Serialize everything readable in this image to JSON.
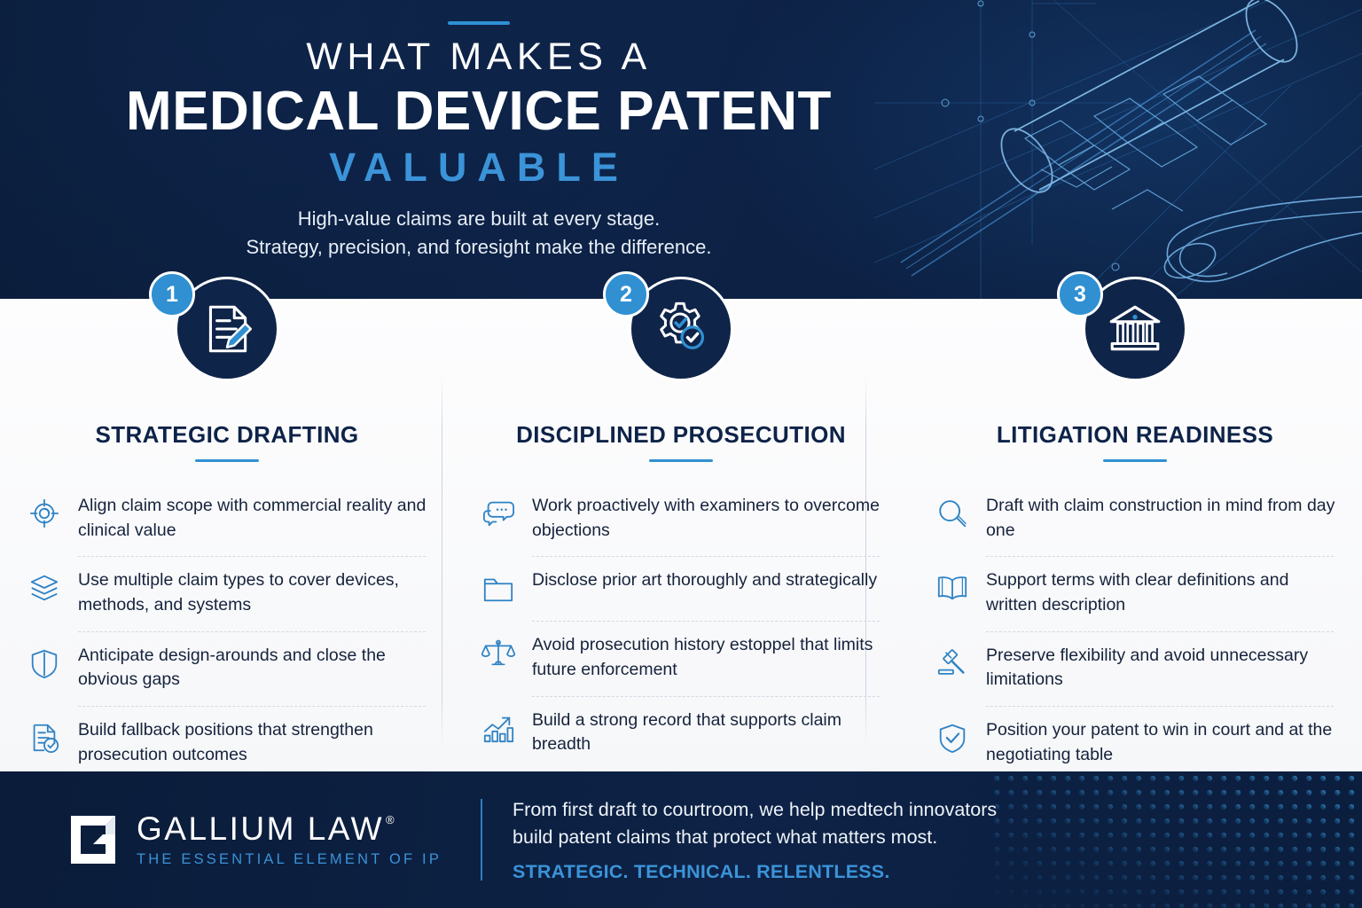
{
  "colors": {
    "navy": "#0c1f3f",
    "deep_navy": "#0f2449",
    "accent_blue": "#3090d2",
    "light_blue": "#3b93d8",
    "body_bg": "#f6f7f9",
    "title_navy": "#0e2348",
    "body_text": "#16233c"
  },
  "hero": {
    "title_line1": "WHAT MAKES A",
    "title_line2": "MEDICAL DEVICE PATENT",
    "title_line3": "VALUABLE",
    "subtitle_line1": "High-value claims are built at every stage.",
    "subtitle_line2": "Strategy, precision, and foresight make the difference.",
    "artwork_name": "medical-device-blueprint-illustration"
  },
  "columns": [
    {
      "number": "1",
      "title": "STRATEGIC DRAFTING",
      "badge_icon": "document-pencil-icon",
      "items": [
        {
          "icon": "target-crosshair-icon",
          "text": "Align claim scope with commercial reality and clinical value"
        },
        {
          "icon": "layers-stack-icon",
          "text": "Use multiple claim types to cover devices, methods, and systems"
        },
        {
          "icon": "shield-icon",
          "text": "Anticipate design-arounds and close the obvious gaps"
        },
        {
          "icon": "document-check-icon",
          "text": "Build fallback positions that strengthen prosecution outcomes"
        }
      ]
    },
    {
      "number": "2",
      "title": "DISCIPLINED PROSECUTION",
      "badge_icon": "gear-check-icon",
      "items": [
        {
          "icon": "chat-bubbles-icon",
          "text": "Work proactively with examiners to overcome objections"
        },
        {
          "icon": "folder-icon",
          "text": "Disclose prior art thoroughly and strategically"
        },
        {
          "icon": "scales-balance-icon",
          "text": "Avoid prosecution history estoppel that limits future enforcement"
        },
        {
          "icon": "growth-chart-icon",
          "text": "Build a strong record that supports claim breadth"
        }
      ]
    },
    {
      "number": "3",
      "title": "LITIGATION READINESS",
      "badge_icon": "courthouse-icon",
      "items": [
        {
          "icon": "magnifier-icon",
          "text": "Draft with claim construction in mind from day one"
        },
        {
          "icon": "open-book-icon",
          "text": "Support terms with clear definitions and written description"
        },
        {
          "icon": "gavel-icon",
          "text": "Preserve flexibility and avoid unnecessary limitations"
        },
        {
          "icon": "shield-check-icon",
          "text": "Position your patent to win in court and at the negotiating table"
        }
      ]
    }
  ],
  "footer": {
    "logo_mark": "gallium-g-logo-icon",
    "brand_name": "GALLIUM LAW",
    "brand_mark_symbol": "®",
    "brand_tagline": "THE ESSENTIAL ELEMENT OF IP",
    "copy_line1": "From first draft to courtroom, we help medtech innovators",
    "copy_line2": "build patent claims that protect what matters most.",
    "accent_line": "STRATEGIC. TECHNICAL. RELENTLESS."
  }
}
